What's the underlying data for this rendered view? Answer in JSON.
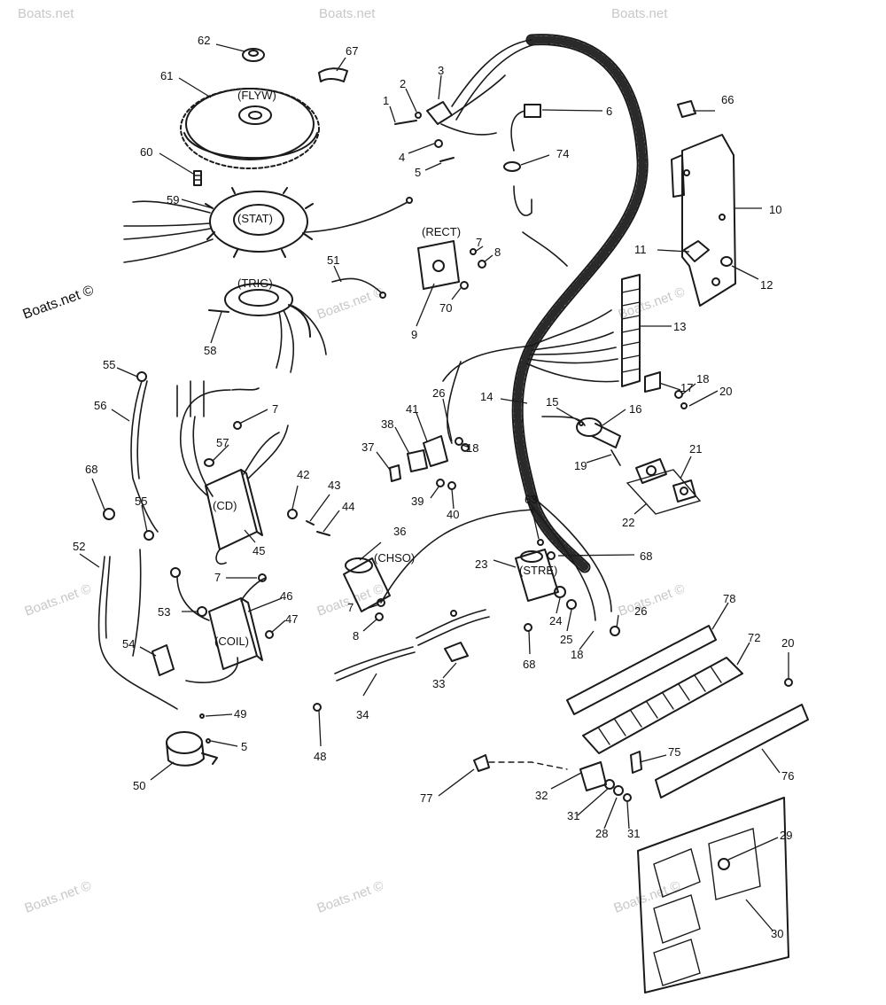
{
  "watermarks": {
    "brand": "Boats.net",
    "faint": "Boats.net ©",
    "side": "Boats.net ©"
  },
  "component_tags": {
    "flyw": "(FLYW)",
    "stat": "(STAT)",
    "trig": "(TRIG)",
    "rect": "(RECT)",
    "cd": "(CD)",
    "chso": "(CHSO)",
    "stre": "(STRE)",
    "coil": "(COIL)"
  },
  "part_numbers": {
    "p1": "1",
    "p2": "2",
    "p3": "3",
    "p4": "4",
    "p5": "5",
    "p5b": "5",
    "p6": "6",
    "p7a": "7",
    "p7b": "7",
    "p7c": "7",
    "p7d": "7",
    "p8a": "8",
    "p8b": "8",
    "p9": "9",
    "p10": "10",
    "p11": "11",
    "p12": "12",
    "p13": "13",
    "p14": "14",
    "p15": "15",
    "p16": "16",
    "p17": "17",
    "p18a": "18",
    "p18b": "18",
    "p18c": "18",
    "p19": "19",
    "p20a": "20",
    "p20b": "20",
    "p21": "21",
    "p22": "22",
    "p23": "23",
    "p24": "24",
    "p25": "25",
    "p26a": "26",
    "p26b": "26",
    "p28": "28",
    "p29": "29",
    "p30": "30",
    "p31a": "31",
    "p31b": "31",
    "p32": "32",
    "p33": "33",
    "p34": "34",
    "p36": "36",
    "p37": "37",
    "p38": "38",
    "p39": "39",
    "p40": "40",
    "p41": "41",
    "p42": "42",
    "p43": "43",
    "p44": "44",
    "p45": "45",
    "p46": "46",
    "p47": "47",
    "p48": "48",
    "p49": "49",
    "p50": "50",
    "p51": "51",
    "p52": "52",
    "p53": "53",
    "p54": "54",
    "p55a": "55",
    "p55b": "55",
    "p56": "56",
    "p57": "57",
    "p58": "58",
    "p59": "59",
    "p60": "60",
    "p61": "61",
    "p62": "62",
    "p63": "63",
    "p66": "66",
    "p67": "67",
    "p68a": "68",
    "p68b": "68",
    "p68c": "68",
    "p70": "70",
    "p72": "72",
    "p74": "74",
    "p75": "75",
    "p76": "76",
    "p77": "77",
    "p78": "78"
  }
}
